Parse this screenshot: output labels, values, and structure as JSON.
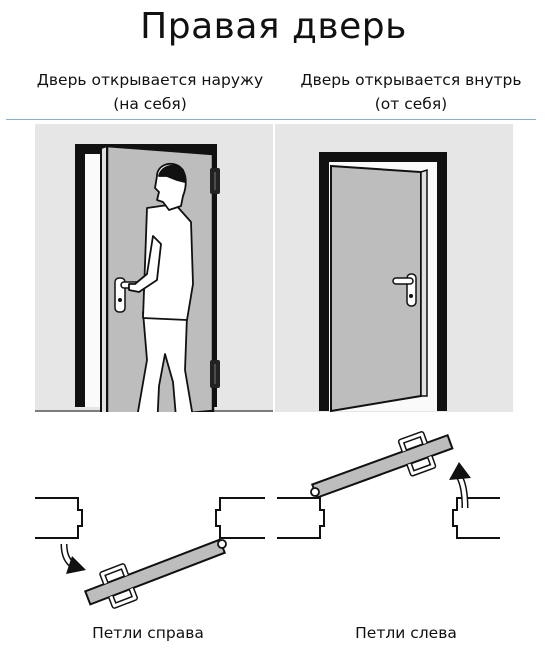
{
  "title": "Правая дверь",
  "left": {
    "caption_line1": "Дверь открывается наружу",
    "caption_line2": "(на себя)",
    "hinges_label": "Петли справа"
  },
  "right": {
    "caption_line1": "Дверь открывается внутрь",
    "caption_line2": "(от себя)",
    "hinges_label": "Петли слева"
  },
  "colors": {
    "panel_bg": "#e6e6e6",
    "door_fill": "#bdbdbd",
    "frame_fill": "#d0d0d0",
    "outline": "#111111",
    "rule": "#8ab3c9"
  },
  "icons": [
    "hinge-icon",
    "handle-icon",
    "curved-arrow-icon"
  ]
}
